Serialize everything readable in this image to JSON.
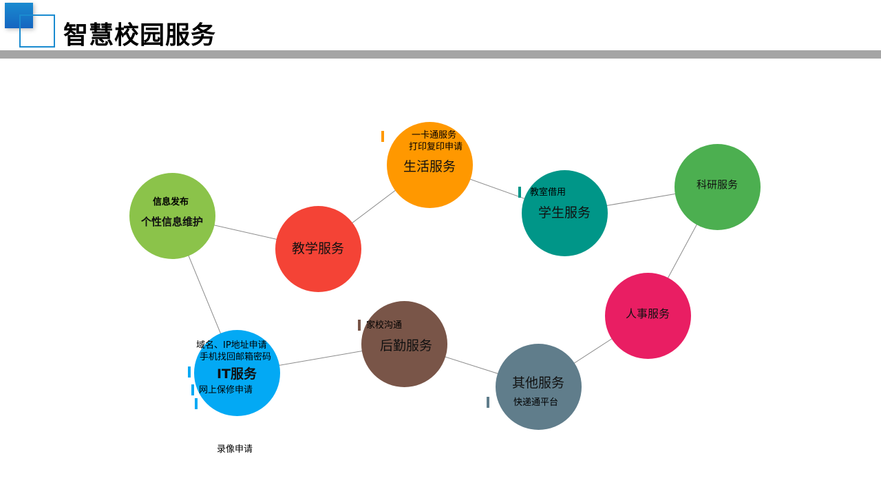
{
  "header": {
    "title": "智慧校园服务"
  },
  "colors": {
    "accent": "#1a8bd0",
    "divider": "#a5a5a5"
  },
  "services": [
    {
      "id": "personal",
      "title": "个性信息维护",
      "color": "#8BC34A",
      "items": [
        "信息发布"
      ]
    },
    {
      "id": "teaching",
      "title": "教学服务",
      "color": "#F44336",
      "items": []
    },
    {
      "id": "life",
      "title": "生活服务",
      "color": "#FF9800",
      "items": [
        "一卡通服务",
        "打印复印申请"
      ]
    },
    {
      "id": "student",
      "title": "学生服务",
      "color": "#009688",
      "items": [
        "教室借用"
      ]
    },
    {
      "id": "research",
      "title": "科研服务",
      "color": "#4CAF50",
      "items": []
    },
    {
      "id": "hr",
      "title": "人事服务",
      "color": "#E91E63",
      "items": []
    },
    {
      "id": "other",
      "title": "其他服务",
      "color": "#607D8B",
      "items": [
        "快递通平台"
      ]
    },
    {
      "id": "logistics",
      "title": "后勤服务",
      "color": "#795548",
      "items": [
        "家校沟通"
      ]
    },
    {
      "id": "it",
      "title": "IT服务",
      "color": "#03A9F4",
      "items": [
        "域名、IP地址申请",
        "手机找回邮箱密码",
        "网上保修申请",
        "录像申请"
      ]
    }
  ]
}
